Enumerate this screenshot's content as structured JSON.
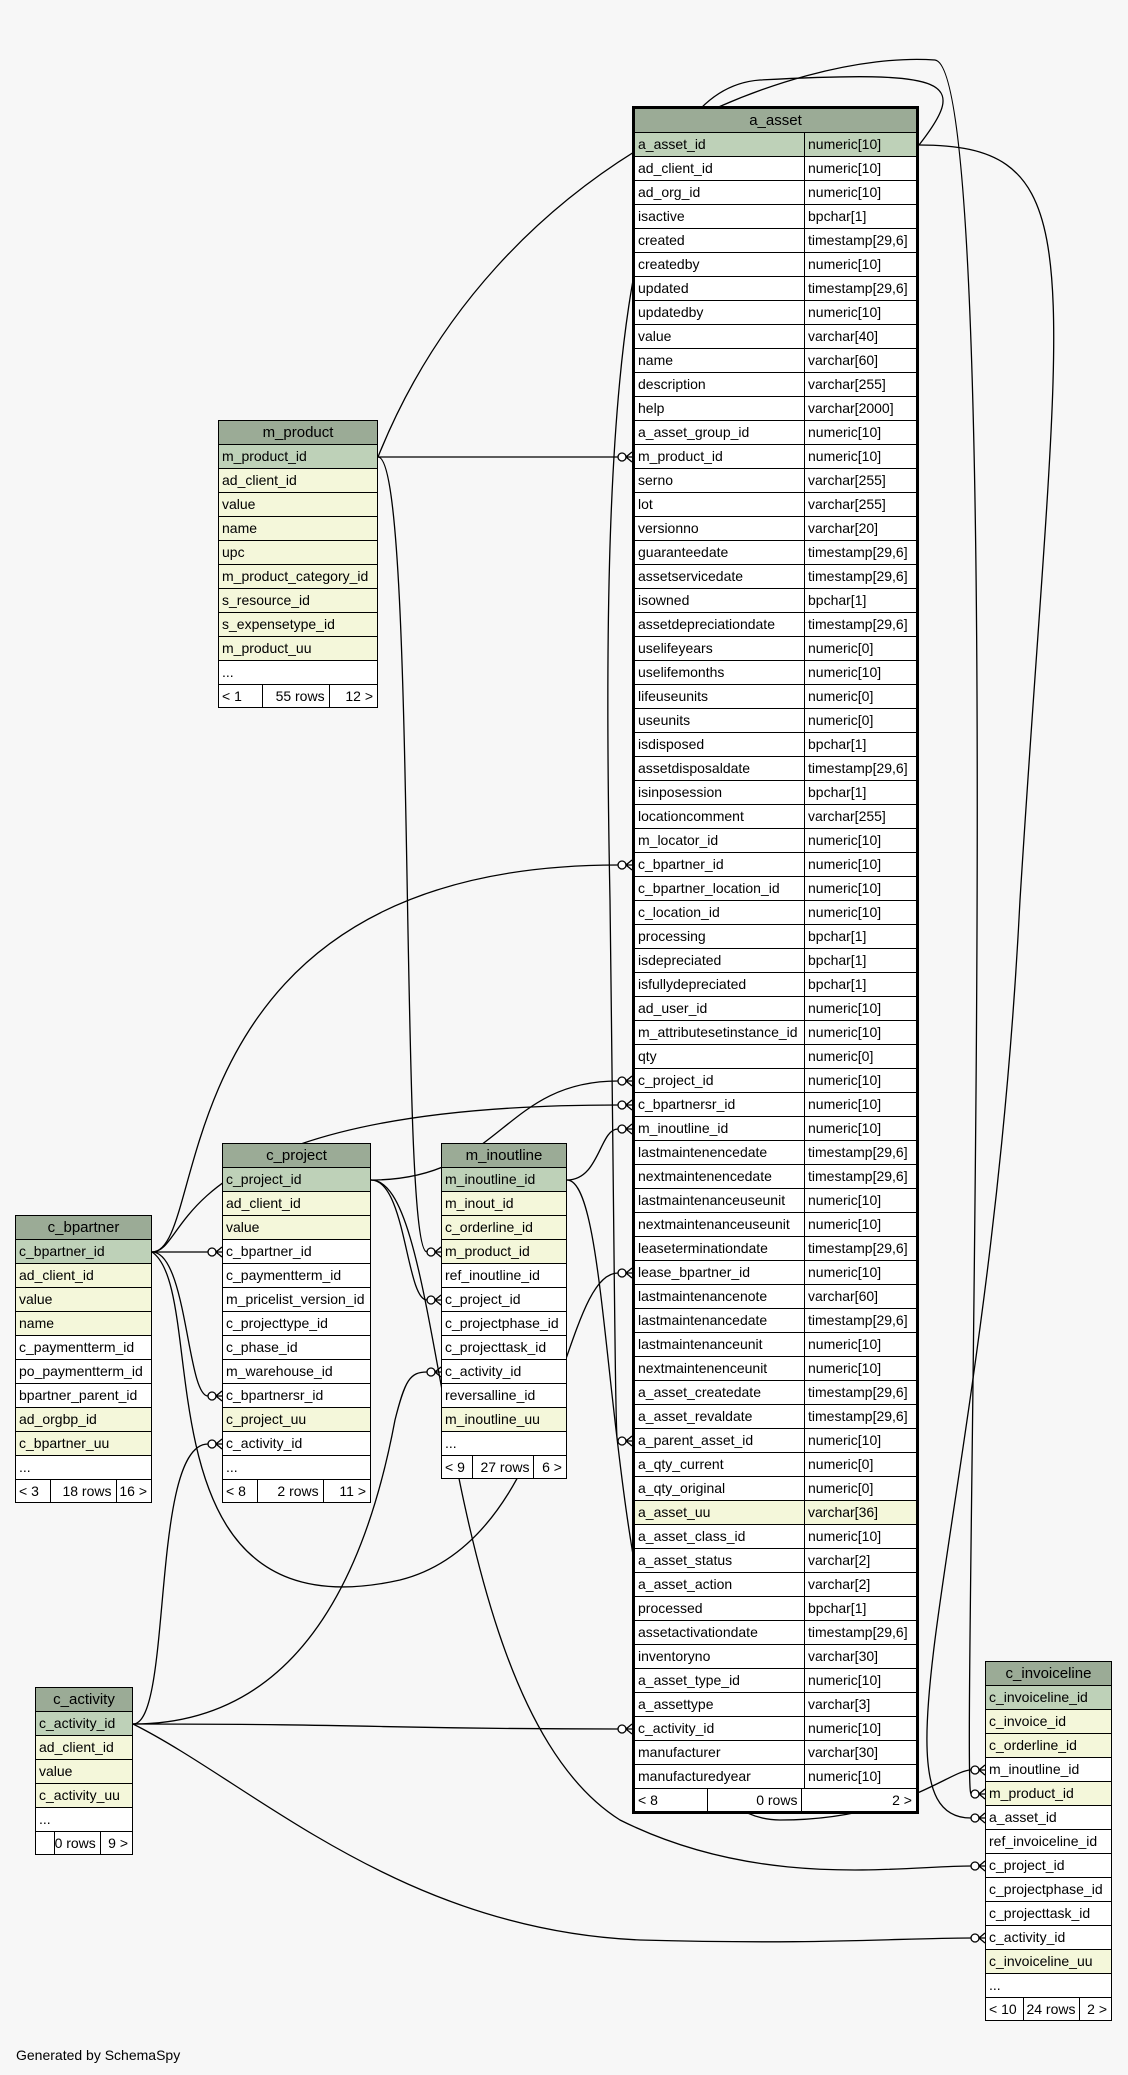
{
  "colors": {
    "background": "#f7f7f7",
    "header": "#9bab96",
    "primary_key": "#bed1b8",
    "indexed": "#f4f7da",
    "plain": "#ffffff",
    "line": "#000000"
  },
  "footer": "Generated by SchemaSpy",
  "tables": {
    "a_asset": {
      "name": "a_asset",
      "columns": [
        {
          "name": "a_asset_id",
          "type": "numeric[10]",
          "style": "pk"
        },
        {
          "name": "ad_client_id",
          "type": "numeric[10]",
          "style": "plain"
        },
        {
          "name": "ad_org_id",
          "type": "numeric[10]",
          "style": "plain"
        },
        {
          "name": "isactive",
          "type": "bpchar[1]",
          "style": "plain"
        },
        {
          "name": "created",
          "type": "timestamp[29,6]",
          "style": "plain"
        },
        {
          "name": "createdby",
          "type": "numeric[10]",
          "style": "plain"
        },
        {
          "name": "updated",
          "type": "timestamp[29,6]",
          "style": "plain"
        },
        {
          "name": "updatedby",
          "type": "numeric[10]",
          "style": "plain"
        },
        {
          "name": "value",
          "type": "varchar[40]",
          "style": "plain"
        },
        {
          "name": "name",
          "type": "varchar[60]",
          "style": "plain"
        },
        {
          "name": "description",
          "type": "varchar[255]",
          "style": "plain"
        },
        {
          "name": "help",
          "type": "varchar[2000]",
          "style": "plain"
        },
        {
          "name": "a_asset_group_id",
          "type": "numeric[10]",
          "style": "plain"
        },
        {
          "name": "m_product_id",
          "type": "numeric[10]",
          "style": "plain"
        },
        {
          "name": "serno",
          "type": "varchar[255]",
          "style": "plain"
        },
        {
          "name": "lot",
          "type": "varchar[255]",
          "style": "plain"
        },
        {
          "name": "versionno",
          "type": "varchar[20]",
          "style": "plain"
        },
        {
          "name": "guaranteedate",
          "type": "timestamp[29,6]",
          "style": "plain"
        },
        {
          "name": "assetservicedate",
          "type": "timestamp[29,6]",
          "style": "plain"
        },
        {
          "name": "isowned",
          "type": "bpchar[1]",
          "style": "plain"
        },
        {
          "name": "assetdepreciationdate",
          "type": "timestamp[29,6]",
          "style": "plain"
        },
        {
          "name": "uselifeyears",
          "type": "numeric[0]",
          "style": "plain"
        },
        {
          "name": "uselifemonths",
          "type": "numeric[10]",
          "style": "plain"
        },
        {
          "name": "lifeuseunits",
          "type": "numeric[0]",
          "style": "plain"
        },
        {
          "name": "useunits",
          "type": "numeric[0]",
          "style": "plain"
        },
        {
          "name": "isdisposed",
          "type": "bpchar[1]",
          "style": "plain"
        },
        {
          "name": "assetdisposaldate",
          "type": "timestamp[29,6]",
          "style": "plain"
        },
        {
          "name": "isinposession",
          "type": "bpchar[1]",
          "style": "plain"
        },
        {
          "name": "locationcomment",
          "type": "varchar[255]",
          "style": "plain"
        },
        {
          "name": "m_locator_id",
          "type": "numeric[10]",
          "style": "plain"
        },
        {
          "name": "c_bpartner_id",
          "type": "numeric[10]",
          "style": "plain"
        },
        {
          "name": "c_bpartner_location_id",
          "type": "numeric[10]",
          "style": "plain"
        },
        {
          "name": "c_location_id",
          "type": "numeric[10]",
          "style": "plain"
        },
        {
          "name": "processing",
          "type": "bpchar[1]",
          "style": "plain"
        },
        {
          "name": "isdepreciated",
          "type": "bpchar[1]",
          "style": "plain"
        },
        {
          "name": "isfullydepreciated",
          "type": "bpchar[1]",
          "style": "plain"
        },
        {
          "name": "ad_user_id",
          "type": "numeric[10]",
          "style": "plain"
        },
        {
          "name": "m_attributesetinstance_id",
          "type": "numeric[10]",
          "style": "plain"
        },
        {
          "name": "qty",
          "type": "numeric[0]",
          "style": "plain"
        },
        {
          "name": "c_project_id",
          "type": "numeric[10]",
          "style": "plain"
        },
        {
          "name": "c_bpartnersr_id",
          "type": "numeric[10]",
          "style": "plain"
        },
        {
          "name": "m_inoutline_id",
          "type": "numeric[10]",
          "style": "plain"
        },
        {
          "name": "lastmaintenencedate",
          "type": "timestamp[29,6]",
          "style": "plain"
        },
        {
          "name": "nextmaintenencedate",
          "type": "timestamp[29,6]",
          "style": "plain"
        },
        {
          "name": "lastmaintenanceuseunit",
          "type": "numeric[10]",
          "style": "plain"
        },
        {
          "name": "nextmaintenanceuseunit",
          "type": "numeric[10]",
          "style": "plain"
        },
        {
          "name": "leaseterminationdate",
          "type": "timestamp[29,6]",
          "style": "plain"
        },
        {
          "name": "lease_bpartner_id",
          "type": "numeric[10]",
          "style": "plain"
        },
        {
          "name": "lastmaintenancenote",
          "type": "varchar[60]",
          "style": "plain"
        },
        {
          "name": "lastmaintenancedate",
          "type": "timestamp[29,6]",
          "style": "plain"
        },
        {
          "name": "lastmaintenanceunit",
          "type": "numeric[10]",
          "style": "plain"
        },
        {
          "name": "nextmaintenenceunit",
          "type": "numeric[10]",
          "style": "plain"
        },
        {
          "name": "a_asset_createdate",
          "type": "timestamp[29,6]",
          "style": "plain"
        },
        {
          "name": "a_asset_revaldate",
          "type": "timestamp[29,6]",
          "style": "plain"
        },
        {
          "name": "a_parent_asset_id",
          "type": "numeric[10]",
          "style": "plain"
        },
        {
          "name": "a_qty_current",
          "type": "numeric[0]",
          "style": "plain"
        },
        {
          "name": "a_qty_original",
          "type": "numeric[0]",
          "style": "plain"
        },
        {
          "name": "a_asset_uu",
          "type": "varchar[36]",
          "style": "idx"
        },
        {
          "name": "a_asset_class_id",
          "type": "numeric[10]",
          "style": "plain"
        },
        {
          "name": "a_asset_status",
          "type": "varchar[2]",
          "style": "plain"
        },
        {
          "name": "a_asset_action",
          "type": "varchar[2]",
          "style": "plain"
        },
        {
          "name": "processed",
          "type": "bpchar[1]",
          "style": "plain"
        },
        {
          "name": "assetactivationdate",
          "type": "timestamp[29,6]",
          "style": "plain"
        },
        {
          "name": "inventoryno",
          "type": "varchar[30]",
          "style": "plain"
        },
        {
          "name": "a_asset_type_id",
          "type": "numeric[10]",
          "style": "plain"
        },
        {
          "name": "a_assettype",
          "type": "varchar[3]",
          "style": "plain"
        },
        {
          "name": "c_activity_id",
          "type": "numeric[10]",
          "style": "plain"
        },
        {
          "name": "manufacturer",
          "type": "varchar[30]",
          "style": "plain"
        },
        {
          "name": "manufacturedyear",
          "type": "numeric[10]",
          "style": "plain"
        }
      ],
      "footer": [
        "< 8",
        "0 rows",
        "2 >"
      ]
    },
    "m_product": {
      "name": "m_product",
      "columns": [
        {
          "name": "m_product_id",
          "style": "pk"
        },
        {
          "name": "ad_client_id",
          "style": "idx"
        },
        {
          "name": "value",
          "style": "idx"
        },
        {
          "name": "name",
          "style": "idx"
        },
        {
          "name": "upc",
          "style": "idx"
        },
        {
          "name": "m_product_category_id",
          "style": "idx"
        },
        {
          "name": "s_resource_id",
          "style": "idx"
        },
        {
          "name": "s_expensetype_id",
          "style": "idx"
        },
        {
          "name": "m_product_uu",
          "style": "idx"
        },
        {
          "name": "...",
          "style": "plain"
        }
      ],
      "footer": [
        "< 1",
        "55 rows",
        "12 >"
      ]
    },
    "c_project": {
      "name": "c_project",
      "columns": [
        {
          "name": "c_project_id",
          "style": "pk"
        },
        {
          "name": "ad_client_id",
          "style": "idx"
        },
        {
          "name": "value",
          "style": "idx"
        },
        {
          "name": "c_bpartner_id",
          "style": "plain"
        },
        {
          "name": "c_paymentterm_id",
          "style": "plain"
        },
        {
          "name": "m_pricelist_version_id",
          "style": "plain"
        },
        {
          "name": "c_projecttype_id",
          "style": "plain"
        },
        {
          "name": "c_phase_id",
          "style": "plain"
        },
        {
          "name": "m_warehouse_id",
          "style": "plain"
        },
        {
          "name": "c_bpartnersr_id",
          "style": "plain"
        },
        {
          "name": "c_project_uu",
          "style": "idx"
        },
        {
          "name": "c_activity_id",
          "style": "plain"
        },
        {
          "name": "...",
          "style": "plain"
        }
      ],
      "footer": [
        "< 8",
        "2 rows",
        "11 >"
      ]
    },
    "m_inoutline": {
      "name": "m_inoutline",
      "columns": [
        {
          "name": "m_inoutline_id",
          "style": "pk"
        },
        {
          "name": "m_inout_id",
          "style": "idx"
        },
        {
          "name": "c_orderline_id",
          "style": "idx"
        },
        {
          "name": "m_product_id",
          "style": "idx"
        },
        {
          "name": "ref_inoutline_id",
          "style": "plain"
        },
        {
          "name": "c_project_id",
          "style": "plain"
        },
        {
          "name": "c_projectphase_id",
          "style": "plain"
        },
        {
          "name": "c_projecttask_id",
          "style": "plain"
        },
        {
          "name": "c_activity_id",
          "style": "plain"
        },
        {
          "name": "reversalline_id",
          "style": "plain"
        },
        {
          "name": "m_inoutline_uu",
          "style": "idx"
        },
        {
          "name": "...",
          "style": "plain"
        }
      ],
      "footer": [
        "< 9",
        "27 rows",
        "6 >"
      ]
    },
    "c_bpartner": {
      "name": "c_bpartner",
      "columns": [
        {
          "name": "c_bpartner_id",
          "style": "pk"
        },
        {
          "name": "ad_client_id",
          "style": "idx"
        },
        {
          "name": "value",
          "style": "idx"
        },
        {
          "name": "name",
          "style": "idx"
        },
        {
          "name": "c_paymentterm_id",
          "style": "plain"
        },
        {
          "name": "po_paymentterm_id",
          "style": "plain"
        },
        {
          "name": "bpartner_parent_id",
          "style": "plain"
        },
        {
          "name": "ad_orgbp_id",
          "style": "idx"
        },
        {
          "name": "c_bpartner_uu",
          "style": "idx"
        },
        {
          "name": "...",
          "style": "plain"
        }
      ],
      "footer": [
        "< 3",
        "18 rows",
        "16 >"
      ]
    },
    "c_activity": {
      "name": "c_activity",
      "columns": [
        {
          "name": "c_activity_id",
          "style": "pk"
        },
        {
          "name": "ad_client_id",
          "style": "idx"
        },
        {
          "name": "value",
          "style": "idx"
        },
        {
          "name": "c_activity_uu",
          "style": "idx"
        },
        {
          "name": "...",
          "style": "plain"
        }
      ],
      "footer": [
        "",
        "0 rows",
        "9 >"
      ]
    },
    "c_invoiceline": {
      "name": "c_invoiceline",
      "columns": [
        {
          "name": "c_invoiceline_id",
          "style": "pk"
        },
        {
          "name": "c_invoice_id",
          "style": "idx"
        },
        {
          "name": "c_orderline_id",
          "style": "idx"
        },
        {
          "name": "m_inoutline_id",
          "style": "plain"
        },
        {
          "name": "m_product_id",
          "style": "idx"
        },
        {
          "name": "a_asset_id",
          "style": "plain"
        },
        {
          "name": "ref_invoiceline_id",
          "style": "plain"
        },
        {
          "name": "c_project_id",
          "style": "plain"
        },
        {
          "name": "c_projectphase_id",
          "style": "plain"
        },
        {
          "name": "c_projecttask_id",
          "style": "plain"
        },
        {
          "name": "c_activity_id",
          "style": "plain"
        },
        {
          "name": "c_invoiceline_uu",
          "style": "idx"
        },
        {
          "name": "...",
          "style": "plain"
        }
      ],
      "footer": [
        "< 10",
        "24 rows",
        "2 >"
      ]
    }
  }
}
